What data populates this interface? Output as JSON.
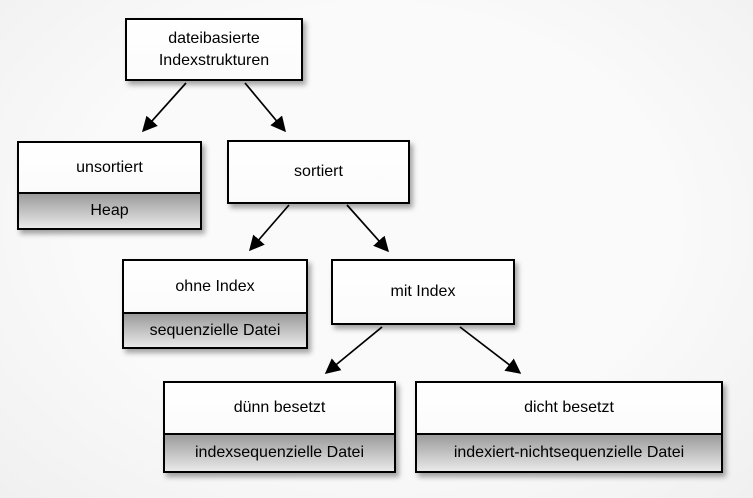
{
  "diagram": {
    "type": "tree",
    "topic": "dateibasierte Indexstrukturen"
  },
  "nodes": {
    "root": {
      "label": "dateibasierte Indexstrukturen"
    },
    "unsorted": {
      "label": "unsortiert",
      "sublabel": "Heap"
    },
    "sorted": {
      "label": "sortiert"
    },
    "no_index": {
      "label": "ohne Index",
      "sublabel": "sequenzielle Datei"
    },
    "with_index": {
      "label": "mit Index"
    },
    "sparse": {
      "label": "dünn besetzt",
      "sublabel": "indexsequenzielle Datei"
    },
    "dense": {
      "label": "dicht besetzt",
      "sublabel": "indexiert-nichtsequenzielle Datei"
    }
  },
  "edges": [
    {
      "from": "root",
      "to": "unsorted"
    },
    {
      "from": "root",
      "to": "sorted"
    },
    {
      "from": "sorted",
      "to": "no_index"
    },
    {
      "from": "sorted",
      "to": "with_index"
    },
    {
      "from": "with_index",
      "to": "sparse"
    },
    {
      "from": "with_index",
      "to": "dense"
    }
  ],
  "colors": {
    "background": "#f7f7f7",
    "box_fill": "#ffffff",
    "box_border": "#000000",
    "sublabel_gradient_top": "#9b9b9b",
    "sublabel_gradient_bottom": "#e9e9e9",
    "text": "#000000",
    "arrow": "#000000"
  }
}
